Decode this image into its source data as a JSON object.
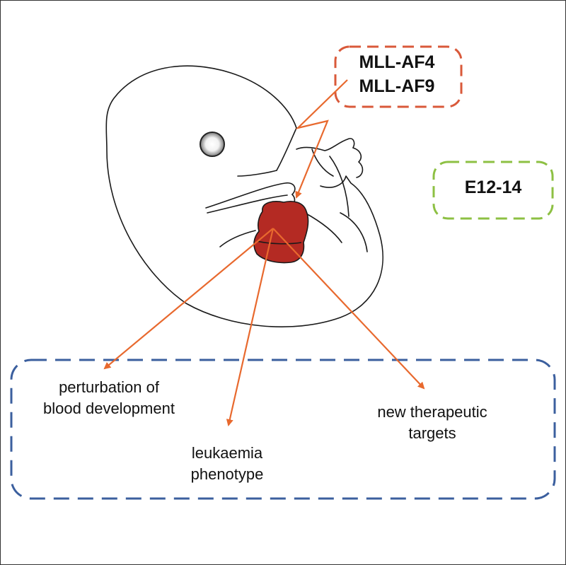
{
  "genes": {
    "line1": "MLL-AF4",
    "line2": "MLL-AF9"
  },
  "stage": "E12-14",
  "outcomes": {
    "perturbation": {
      "line1": "perturbation of",
      "line2": "blood development"
    },
    "leukaemia": {
      "line1": "leukaemia",
      "line2": "phenotype"
    },
    "therapy": {
      "line1": "new therapeutic",
      "line2": "targets"
    }
  },
  "colors": {
    "arrow": "#e8692e",
    "gene_box": "#d9593a",
    "stage_box": "#8dc043",
    "outcome_box": "#3b5f9e",
    "liver": "#b42a23",
    "outline": "#1a1a1a"
  }
}
